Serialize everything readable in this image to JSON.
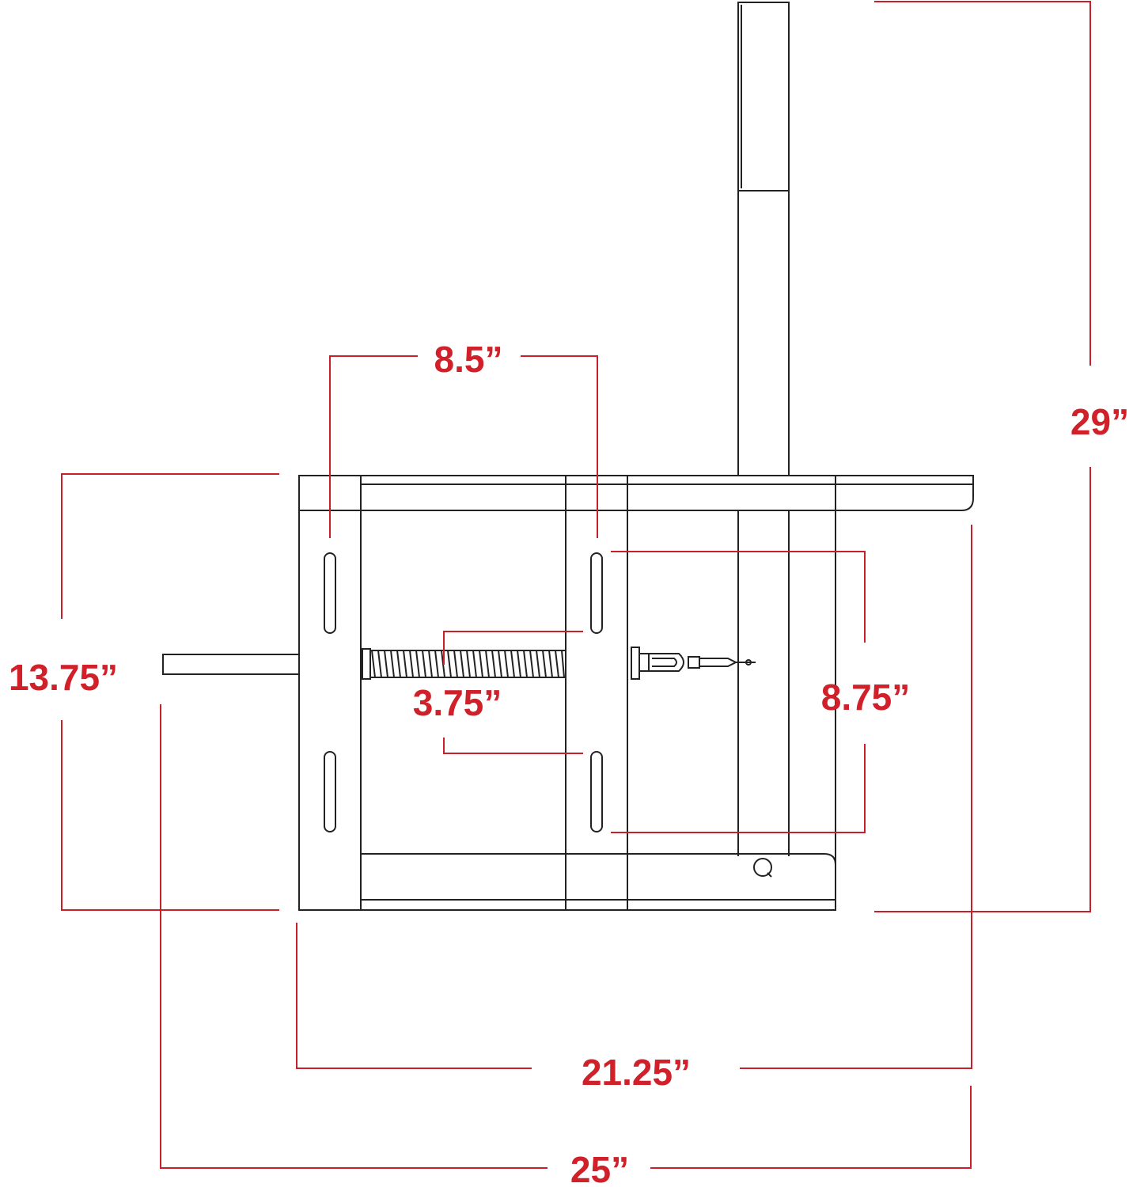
{
  "colors": {
    "dimension": "#c8202a",
    "label": "#d0202a",
    "outline": "#222222",
    "background": "#ffffff"
  },
  "dimensions": {
    "overall_height": "29”",
    "frame_height": "13.75”",
    "top_rail_width": "8.5”",
    "slot_spacing": "8.75”",
    "spring_gap": "3.75”",
    "frame_width": "21.25”",
    "overall_width": "25”"
  }
}
